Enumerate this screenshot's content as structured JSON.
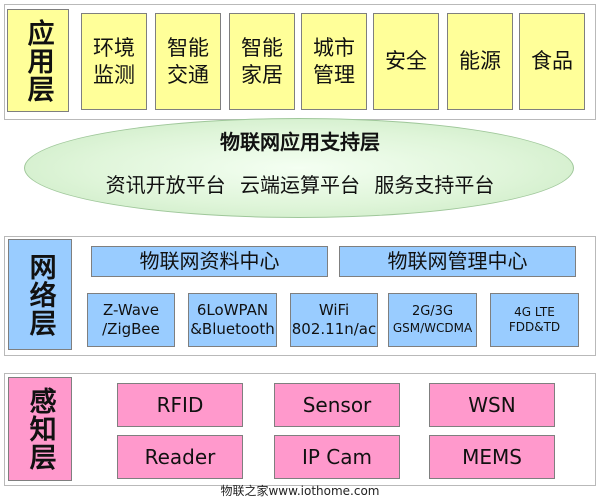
{
  "application_layer": {
    "title": "应用层",
    "items": [
      {
        "line1": "环境",
        "line2": "监测"
      },
      {
        "line1": "智能",
        "line2": "交通"
      },
      {
        "line1": "智能",
        "line2": "家居"
      },
      {
        "line1": "城市",
        "line2": "管理"
      },
      {
        "line1": "安全",
        "line2": ""
      },
      {
        "line1": "能源",
        "line2": ""
      },
      {
        "line1": "食品",
        "line2": ""
      }
    ]
  },
  "support_layer": {
    "title": "物联网应用支持层",
    "platforms": "资讯开放平台 云端运算平台 服务支持平台"
  },
  "network_layer": {
    "title": "网络层",
    "centers": [
      "物联网资料中心",
      "物联网管理中心"
    ],
    "protocols": [
      {
        "line1": "Z-Wave",
        "line2": "/ZigBee"
      },
      {
        "line1": "6LoWPAN",
        "line2": "&Bluetooth"
      },
      {
        "line1": "WiFi",
        "line2": "802.11n/ac"
      },
      {
        "line1": "2G/3G",
        "line2": "GSM/WCDMA"
      },
      {
        "line1": "4G LTE",
        "line2": "FDD&TD"
      }
    ]
  },
  "perception_layer": {
    "title": "感知层",
    "items": [
      "RFID",
      "Sensor",
      "WSN",
      "Reader",
      "IP Cam",
      "MEMS"
    ]
  },
  "footer": "物联之家www.iothome.com",
  "colors": {
    "application": "#ffff99",
    "network": "#99ccff",
    "perception": "#ff99cc",
    "cloud": "#dff5d9"
  }
}
